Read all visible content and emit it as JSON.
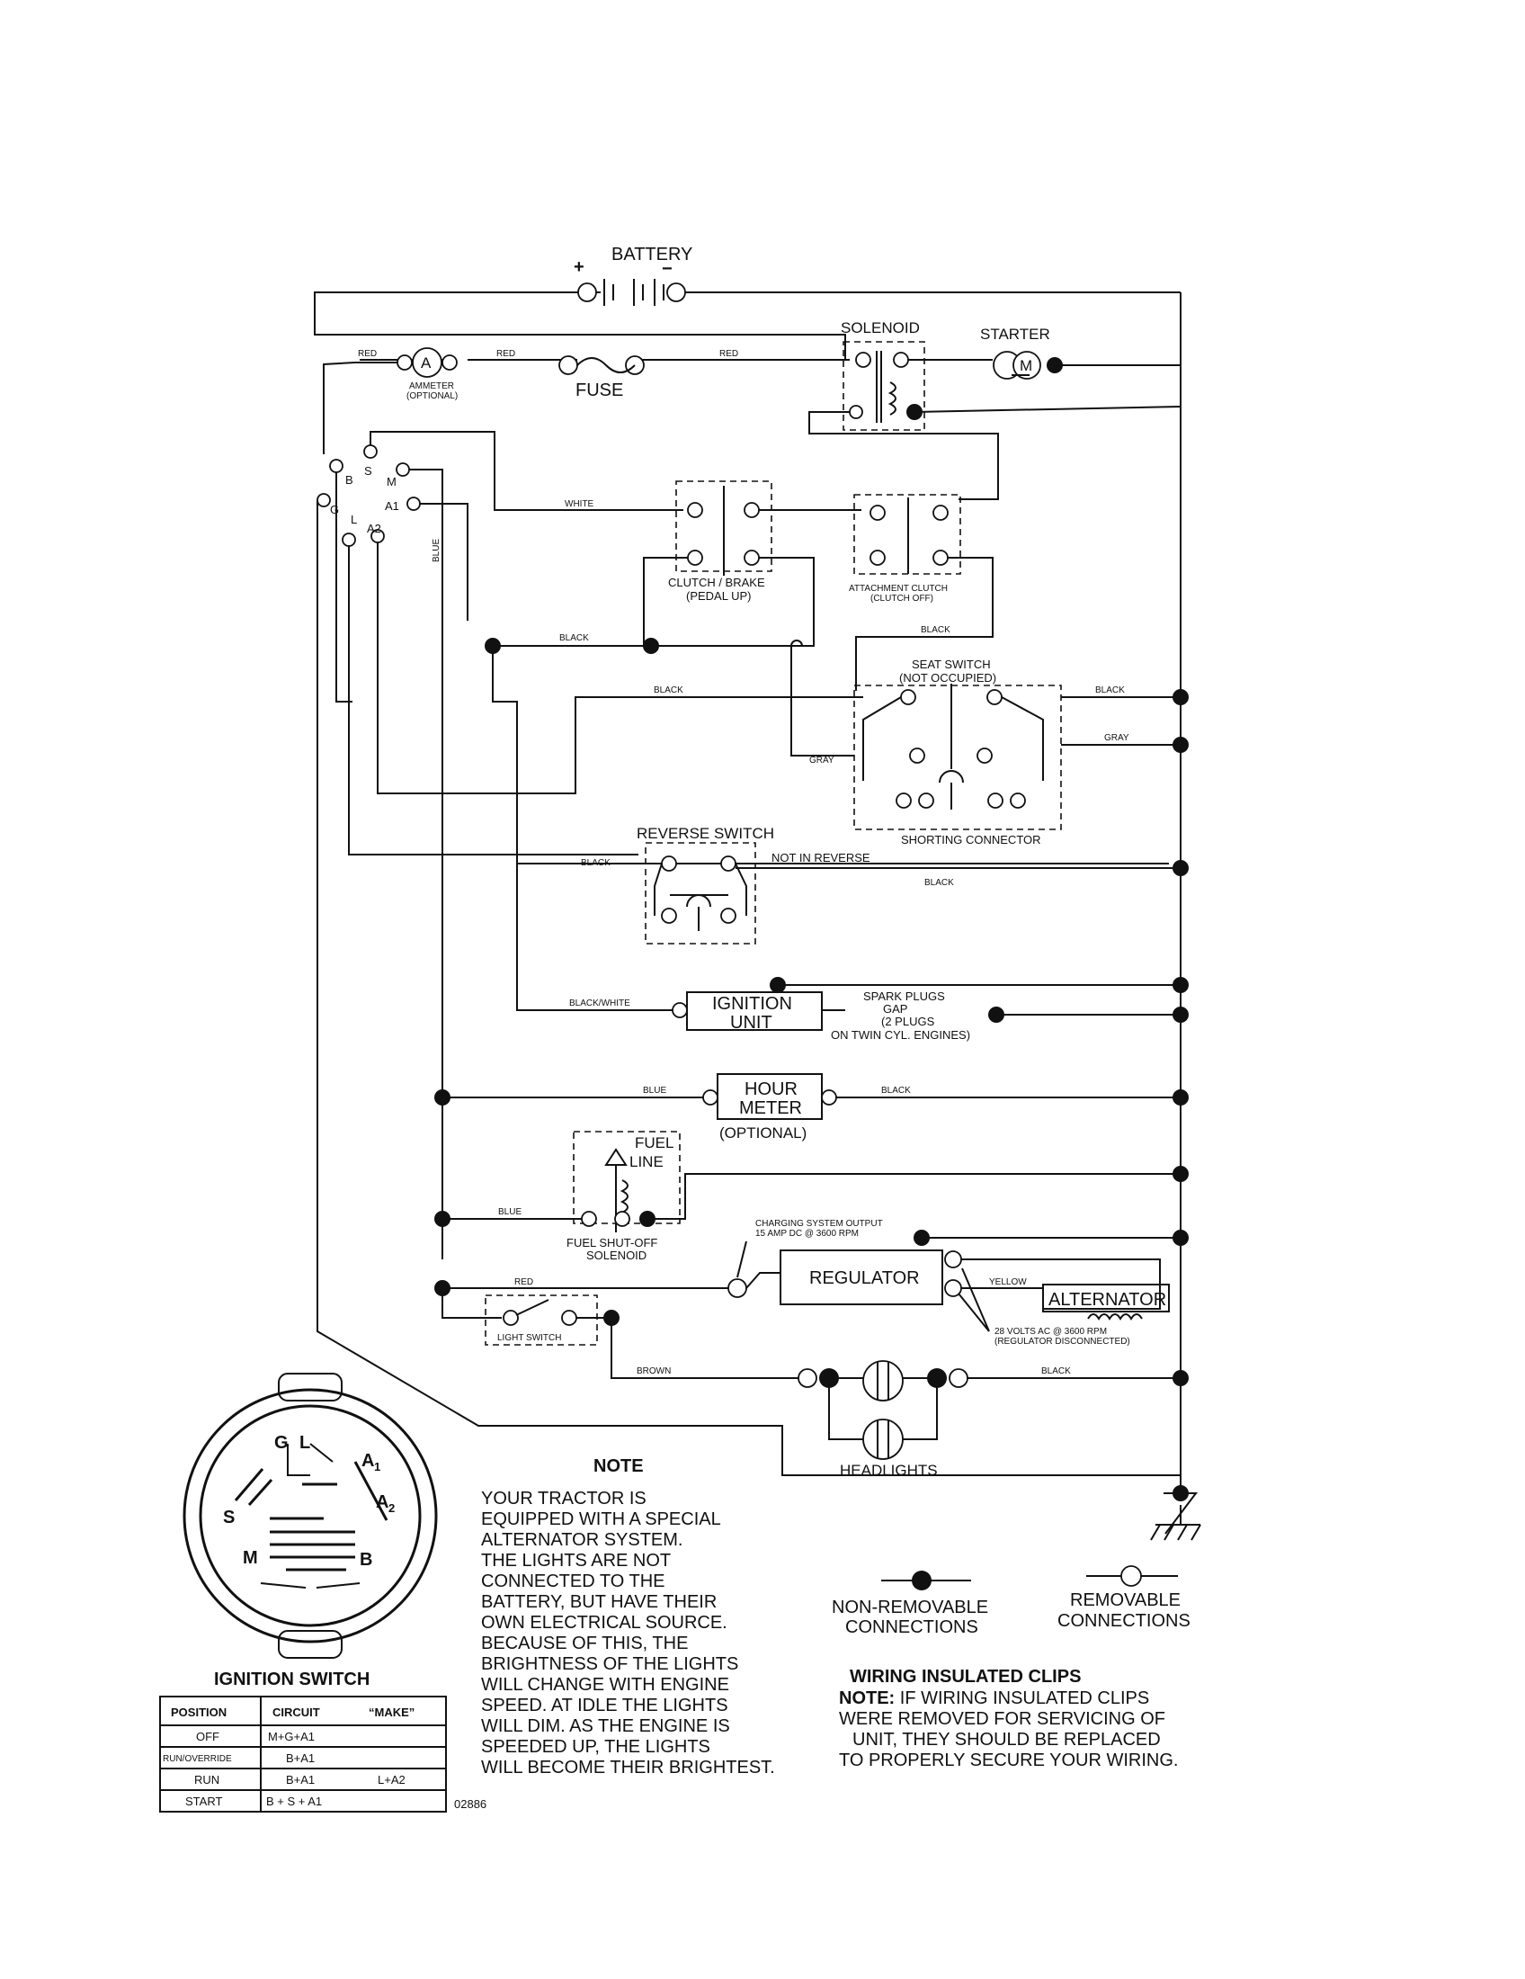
{
  "components": {
    "battery": "BATTERY",
    "solenoid": "SOLENOID",
    "starter": "STARTER",
    "starter_symbol": "M",
    "ammeter_symbol": "A",
    "ammeter": "AMMETER",
    "ammeter_note": "(OPTIONAL)",
    "fuse": "FUSE",
    "clutch_brake": "CLUTCH / BRAKE",
    "clutch_brake_note": "(PEDAL UP)",
    "attachment_clutch": "ATTACHMENT CLUTCH",
    "attachment_clutch_note": "(CLUTCH OFF)",
    "seat_switch": "SEAT SWITCH",
    "seat_switch_note": "(NOT OCCUPIED)",
    "shorting_connector": "SHORTING CONNECTOR",
    "reverse_switch": "REVERSE SWITCH",
    "not_in_reverse": "NOT IN REVERSE",
    "ignition_unit_1": "IGNITION",
    "ignition_unit_2": "UNIT",
    "spark_plugs_1": "SPARK PLUGS",
    "spark_plugs_2": "GAP",
    "spark_plugs_3": "(2 PLUGS",
    "spark_plugs_4": "ON TWIN CYL. ENGINES)",
    "hour_meter_1": "HOUR",
    "hour_meter_2": "METER",
    "hour_meter_note": "(OPTIONAL)",
    "fuel_line_1": "FUEL",
    "fuel_line_2": "LINE",
    "fuel_solenoid_1": "FUEL SHUT-OFF",
    "fuel_solenoid_2": "SOLENOID",
    "charging_1": "CHARGING SYSTEM OUTPUT",
    "charging_2": "15 AMP DC @ 3600 RPM",
    "regulator": "REGULATOR",
    "alternator": "ALTERNATOR",
    "alt_volts_1": "28 VOLTS AC @ 3600 RPM",
    "alt_volts_2": "(REGULATOR DISCONNECTED)",
    "light_switch": "LIGHT SWITCH",
    "headlights": "HEADLIGHTS"
  },
  "terminals": {
    "B": "B",
    "S": "S",
    "M": "M",
    "G": "G",
    "L": "L",
    "A1": "A1",
    "A2": "A2"
  },
  "wires": {
    "red": "RED",
    "white": "WHITE",
    "blue": "BLUE",
    "black": "BLACK",
    "gray": "GRAY",
    "black_white": "BLACK/WHITE",
    "yellow": "YELLOW",
    "brown": "BROWN"
  },
  "switch_face": {
    "G": "G",
    "L": "L",
    "A": "A",
    "sub1": "1",
    "sub2": "2",
    "S": "S",
    "M": "M",
    "B": "B"
  },
  "ignition_table": {
    "title": "IGNITION SWITCH",
    "headers": [
      "POSITION",
      "CIRCUIT",
      "“MAKE”"
    ],
    "rows": [
      {
        "position": "OFF",
        "circuit": "M+G+A1",
        "make": ""
      },
      {
        "position": "RUN/OVERRIDE",
        "circuit": "B+A1",
        "make": ""
      },
      {
        "position": "RUN",
        "circuit": "B+A1",
        "make": "L+A2"
      },
      {
        "position": "START",
        "circuit": "B + S + A1",
        "make": ""
      }
    ],
    "code": "02886"
  },
  "note": {
    "title": "NOTE",
    "lines": [
      "YOUR TRACTOR IS",
      "EQUIPPED WITH A SPECIAL",
      "ALTERNATOR SYSTEM.",
      "THE LIGHTS ARE NOT",
      "CONNECTED TO THE",
      "BATTERY, BUT HAVE THEIR",
      "OWN ELECTRICAL SOURCE.",
      "BECAUSE OF THIS, THE",
      "BRIGHTNESS OF THE LIGHTS",
      "WILL CHANGE WITH ENGINE",
      "SPEED.  AT IDLE THE LIGHTS",
      "WILL DIM.  AS THE ENGINE IS",
      "SPEEDED UP, THE LIGHTS",
      "WILL BECOME THEIR BRIGHTEST."
    ]
  },
  "legend": {
    "non_removable_1": "NON-REMOVABLE",
    "non_removable_2": "CONNECTIONS",
    "removable_1": "REMOVABLE",
    "removable_2": "CONNECTIONS"
  },
  "clips": {
    "title": "WIRING INSULATED CLIPS",
    "note_label": "NOTE:",
    "line1": " IF WIRING INSULATED CLIPS",
    "line2": "WERE REMOVED FOR SERVICING OF",
    "line3": "UNIT, THEY SHOULD BE REPLACED",
    "line4": "TO PROPERLY SECURE YOUR WIRING."
  }
}
